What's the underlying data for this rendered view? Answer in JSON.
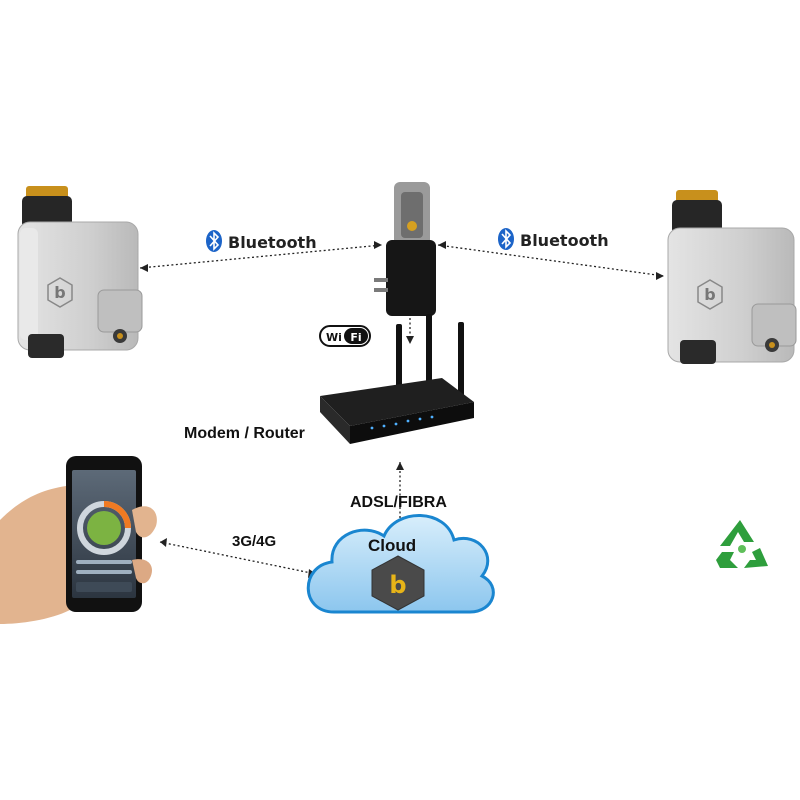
{
  "labels": {
    "bluetooth_left": "Bluetooth",
    "bluetooth_right": "Bluetooth",
    "wifi": "WiFi",
    "modem_router": "Modem / Router",
    "adsl_fibra": "ADSL/FIBRA",
    "cloud": "Cloud",
    "mobile": "3G/4G"
  },
  "brand_letter": "b",
  "colors": {
    "bluetooth": "#1c64c8",
    "cloud_fill": "#9ed0f0",
    "cloud_stroke": "#1a86d0",
    "hex_fill": "#4a4a4a",
    "hex_letter": "#e7b418",
    "valve_body": "#d6d6d6",
    "recycle": "#2e9e3c"
  },
  "icons": [
    "bluetooth-icon",
    "wifi-icon",
    "recycle-icon",
    "brand-hex-icon"
  ]
}
